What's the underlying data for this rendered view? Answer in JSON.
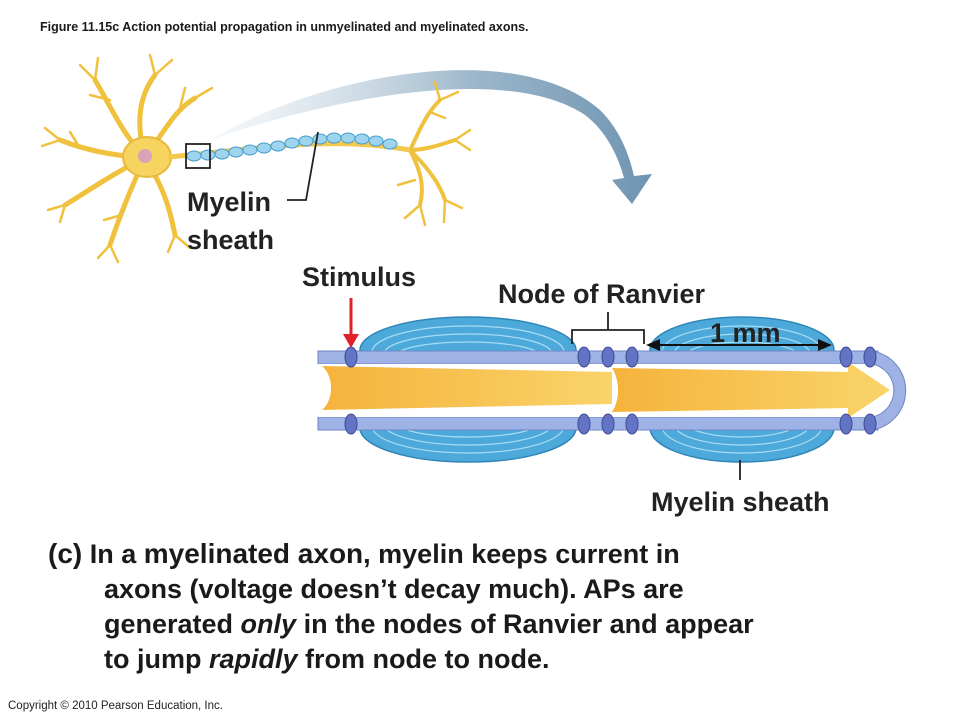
{
  "figure_caption": "Figure 11.15c  Action potential propagation in unmyelinated and myelinated axons.",
  "labels": {
    "myelin_sheath_top_line1": "Myelin",
    "myelin_sheath_top_line2": "sheath",
    "stimulus": "Stimulus",
    "node_of_ranvier": "Node of Ranvier",
    "distance": "1 mm",
    "myelin_sheath_bottom": "Myelin sheath"
  },
  "description": {
    "part_label": "(c)",
    "t1": " In a ",
    "t2": "myelinated axon",
    "t3": ", myelin keeps current in",
    "line2": "axons (voltage doesn’t decay much). APs are",
    "line3_a": "generated ",
    "line3_b": "only",
    "line3_c": " in the nodes of Ranvier and appear",
    "line4_a": "to jump ",
    "line4_b": "rapidly",
    "line4_c": " from node to node."
  },
  "copyright": "Copyright © 2010 Pearson Education, Inc.",
  "colors": {
    "neuron": "#f2c94c",
    "myelin": "#5fb8e3",
    "membrane": "#8b9fd8",
    "current_arrow": "#f0a93a",
    "stimulus_arrow": "#e0202a",
    "curved_arrow": "#7c9fba"
  }
}
